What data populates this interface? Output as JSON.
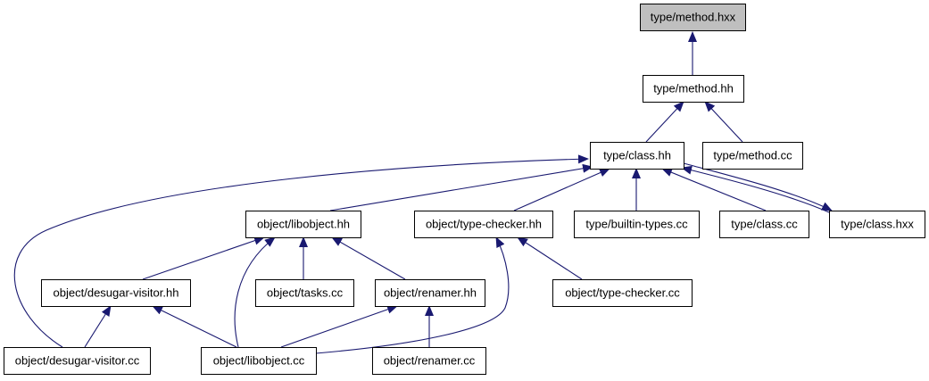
{
  "graph": {
    "colors": {
      "edge": "#191970",
      "node_fill": "#ffffff",
      "root_fill": "#bfbfbf",
      "node_border": "#000000"
    },
    "nodes": [
      {
        "id": "type_method_hxx",
        "label": "type/method.hxx",
        "root": true
      },
      {
        "id": "type_method_hh",
        "label": "type/method.hh"
      },
      {
        "id": "type_class_hh",
        "label": "type/class.hh"
      },
      {
        "id": "type_method_cc",
        "label": "type/method.cc"
      },
      {
        "id": "object_libobject_hh",
        "label": "object/libobject.hh"
      },
      {
        "id": "object_type_checker_hh",
        "label": "object/type-checker.hh"
      },
      {
        "id": "type_builtin_types_cc",
        "label": "type/builtin-types.cc"
      },
      {
        "id": "type_class_cc",
        "label": "type/class.cc"
      },
      {
        "id": "type_class_hxx",
        "label": "type/class.hxx"
      },
      {
        "id": "object_desugar_visitor_hh",
        "label": "object/desugar-visitor.hh"
      },
      {
        "id": "object_tasks_cc",
        "label": "object/tasks.cc"
      },
      {
        "id": "object_renamer_hh",
        "label": "object/renamer.hh"
      },
      {
        "id": "object_type_checker_cc",
        "label": "object/type-checker.cc"
      },
      {
        "id": "object_desugar_visitor_cc",
        "label": "object/desugar-visitor.cc"
      },
      {
        "id": "object_libobject_cc",
        "label": "object/libobject.cc"
      },
      {
        "id": "object_renamer_cc",
        "label": "object/renamer.cc"
      }
    ],
    "edges": [
      {
        "from": "type_method_hh",
        "to": "type_method_hxx"
      },
      {
        "from": "type_class_hh",
        "to": "type_method_hh"
      },
      {
        "from": "type_method_cc",
        "to": "type_method_hh"
      },
      {
        "from": "object_libobject_hh",
        "to": "type_class_hh"
      },
      {
        "from": "object_type_checker_hh",
        "to": "type_class_hh"
      },
      {
        "from": "type_builtin_types_cc",
        "to": "type_class_hh"
      },
      {
        "from": "type_class_cc",
        "to": "type_class_hh"
      },
      {
        "from": "type_class_hxx",
        "to": "type_class_hh"
      },
      {
        "from": "type_class_hh",
        "to": "type_class_hxx"
      },
      {
        "from": "object_desugar_visitor_cc",
        "to": "type_class_hh"
      },
      {
        "from": "object_desugar_visitor_hh",
        "to": "object_libobject_hh"
      },
      {
        "from": "object_tasks_cc",
        "to": "object_libobject_hh"
      },
      {
        "from": "object_renamer_hh",
        "to": "object_libobject_hh"
      },
      {
        "from": "object_libobject_cc",
        "to": "object_libobject_hh"
      },
      {
        "from": "object_type_checker_cc",
        "to": "object_type_checker_hh"
      },
      {
        "from": "object_libobject_cc",
        "to": "object_type_checker_hh"
      },
      {
        "from": "object_desugar_visitor_cc",
        "to": "object_desugar_visitor_hh"
      },
      {
        "from": "object_libobject_cc",
        "to": "object_desugar_visitor_hh"
      },
      {
        "from": "object_libobject_cc",
        "to": "object_renamer_hh"
      },
      {
        "from": "object_renamer_cc",
        "to": "object_renamer_hh"
      }
    ]
  }
}
